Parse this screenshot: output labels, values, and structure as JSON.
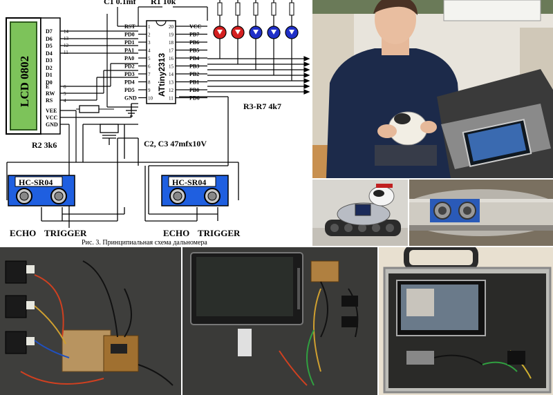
{
  "schematic": {
    "top_labels": {
      "c1": "C1 0.1mf",
      "r1": "R1 10k"
    },
    "lcd": {
      "title": "LCD 0802",
      "pins": [
        "D7",
        "D6",
        "D5",
        "D4",
        "D3",
        "D2",
        "D1",
        "D0",
        "E",
        "RW",
        "RS",
        "VEE",
        "VCC",
        "GND"
      ],
      "pin_numbers": [
        "14",
        "13",
        "12",
        "11",
        "6",
        "5",
        "4"
      ]
    },
    "mcu": {
      "name": "ATtiny2313",
      "left_pins": [
        "RST",
        "PD0",
        "PD1",
        "PA1",
        "PA0",
        "PD2",
        "PD3",
        "PD4",
        "PD5",
        "GND"
      ],
      "right_pins": [
        "VCC",
        "PB7",
        "PB6",
        "PB5",
        "PB4",
        "PB3",
        "PB2",
        "PB1",
        "PB0",
        "PD6"
      ],
      "left_numbers": [
        "1",
        "2",
        "3",
        "4",
        "5",
        "6",
        "7",
        "8",
        "9",
        "10"
      ],
      "right_numbers": [
        "20",
        "19",
        "18",
        "17",
        "16",
        "15",
        "14",
        "13",
        "12",
        "11"
      ]
    },
    "leds": [
      "#d42020",
      "#d42020",
      "#2030c8",
      "#2030c8",
      "#2030c8"
    ],
    "labels": {
      "r2": "R2 3k6",
      "r3r7": "R3-R7 4k7",
      "c2c3": "C2, C3 47mfx10V",
      "sensor_left": "HC-SR04",
      "sensor_right": "HC-SR04",
      "echo_left": "ECHO",
      "trigger_left": "TRIGGER",
      "echo_right": "ECHO",
      "trigger_right": "TRIGGER"
    },
    "caption": "Рис. 3. Принципиальная схема дальномера"
  },
  "colors": {
    "sensor_blue": "#1f5fe0",
    "lcd_green": "#7dc35a",
    "wire": "#000000"
  },
  "photos": {
    "student": "student-with-robot-photo",
    "robot": "tracked-robot-photo",
    "sensor_closeup": "ultrasonic-sensor-closeup",
    "case_boards": "case-with-boards-photo",
    "case_monitor": "case-with-monitor-photo",
    "case_closed": "case-with-handle-photo"
  }
}
